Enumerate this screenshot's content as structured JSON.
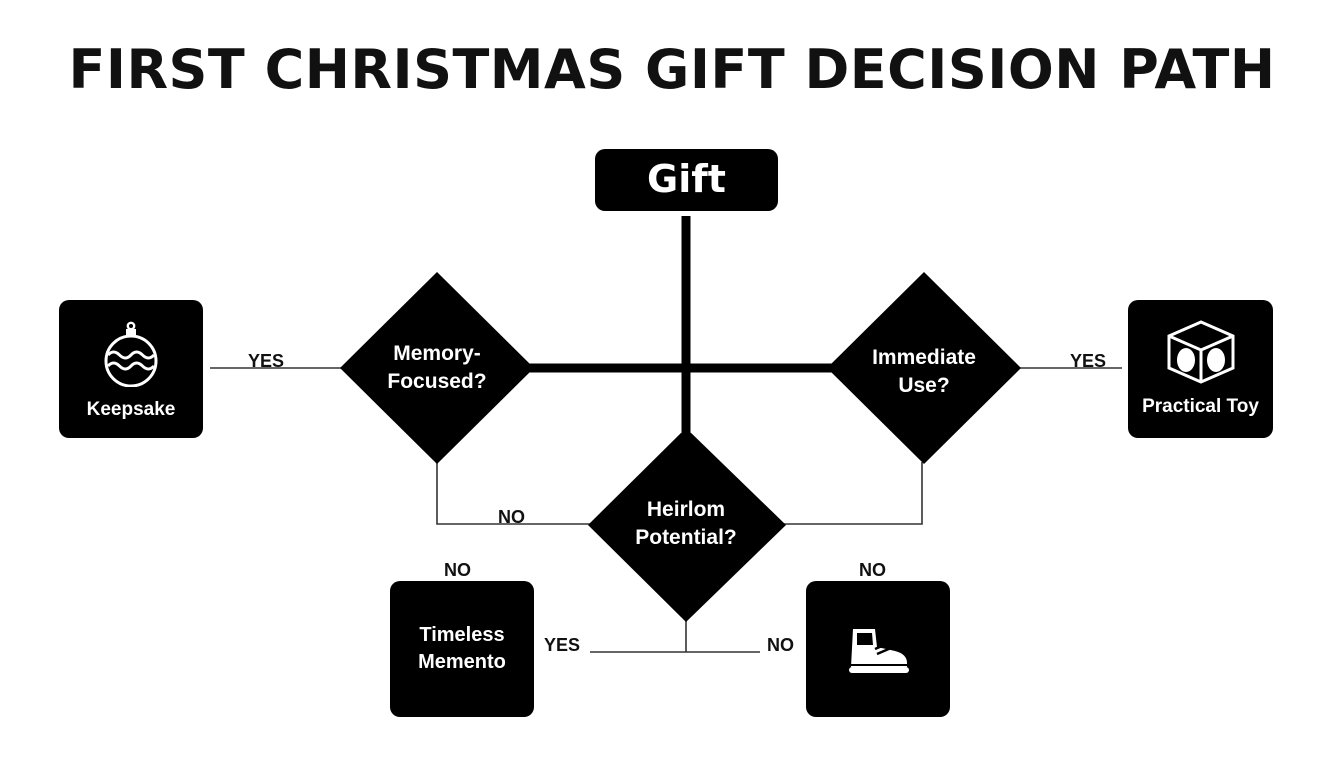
{
  "title": "FIRST CHRISTMAS GIFT DECISION PATH",
  "nodes": {
    "start": "Gift",
    "memory": "Memory-\nFocused?",
    "immediate": "Immediate\nUse?",
    "heirloom": "Heirlom\nPotential?",
    "keepsake": "Keepsake",
    "practical": "Practical Toy",
    "memento": "Timeless\nMemento"
  },
  "edges": {
    "yes_keepsake": "YES",
    "yes_practical": "YES",
    "no_memory": "NO",
    "no_memento": "NO",
    "no_shoe": "NO",
    "yes_memento": "YES",
    "no_right": "NO"
  },
  "icons": {
    "keepsake": "ornament-icon",
    "practical": "toy-block-icon",
    "shoe": "baby-shoe-icon"
  },
  "colors": {
    "node_fill": "#000000",
    "line": "#111111",
    "background": "#ffffff"
  }
}
